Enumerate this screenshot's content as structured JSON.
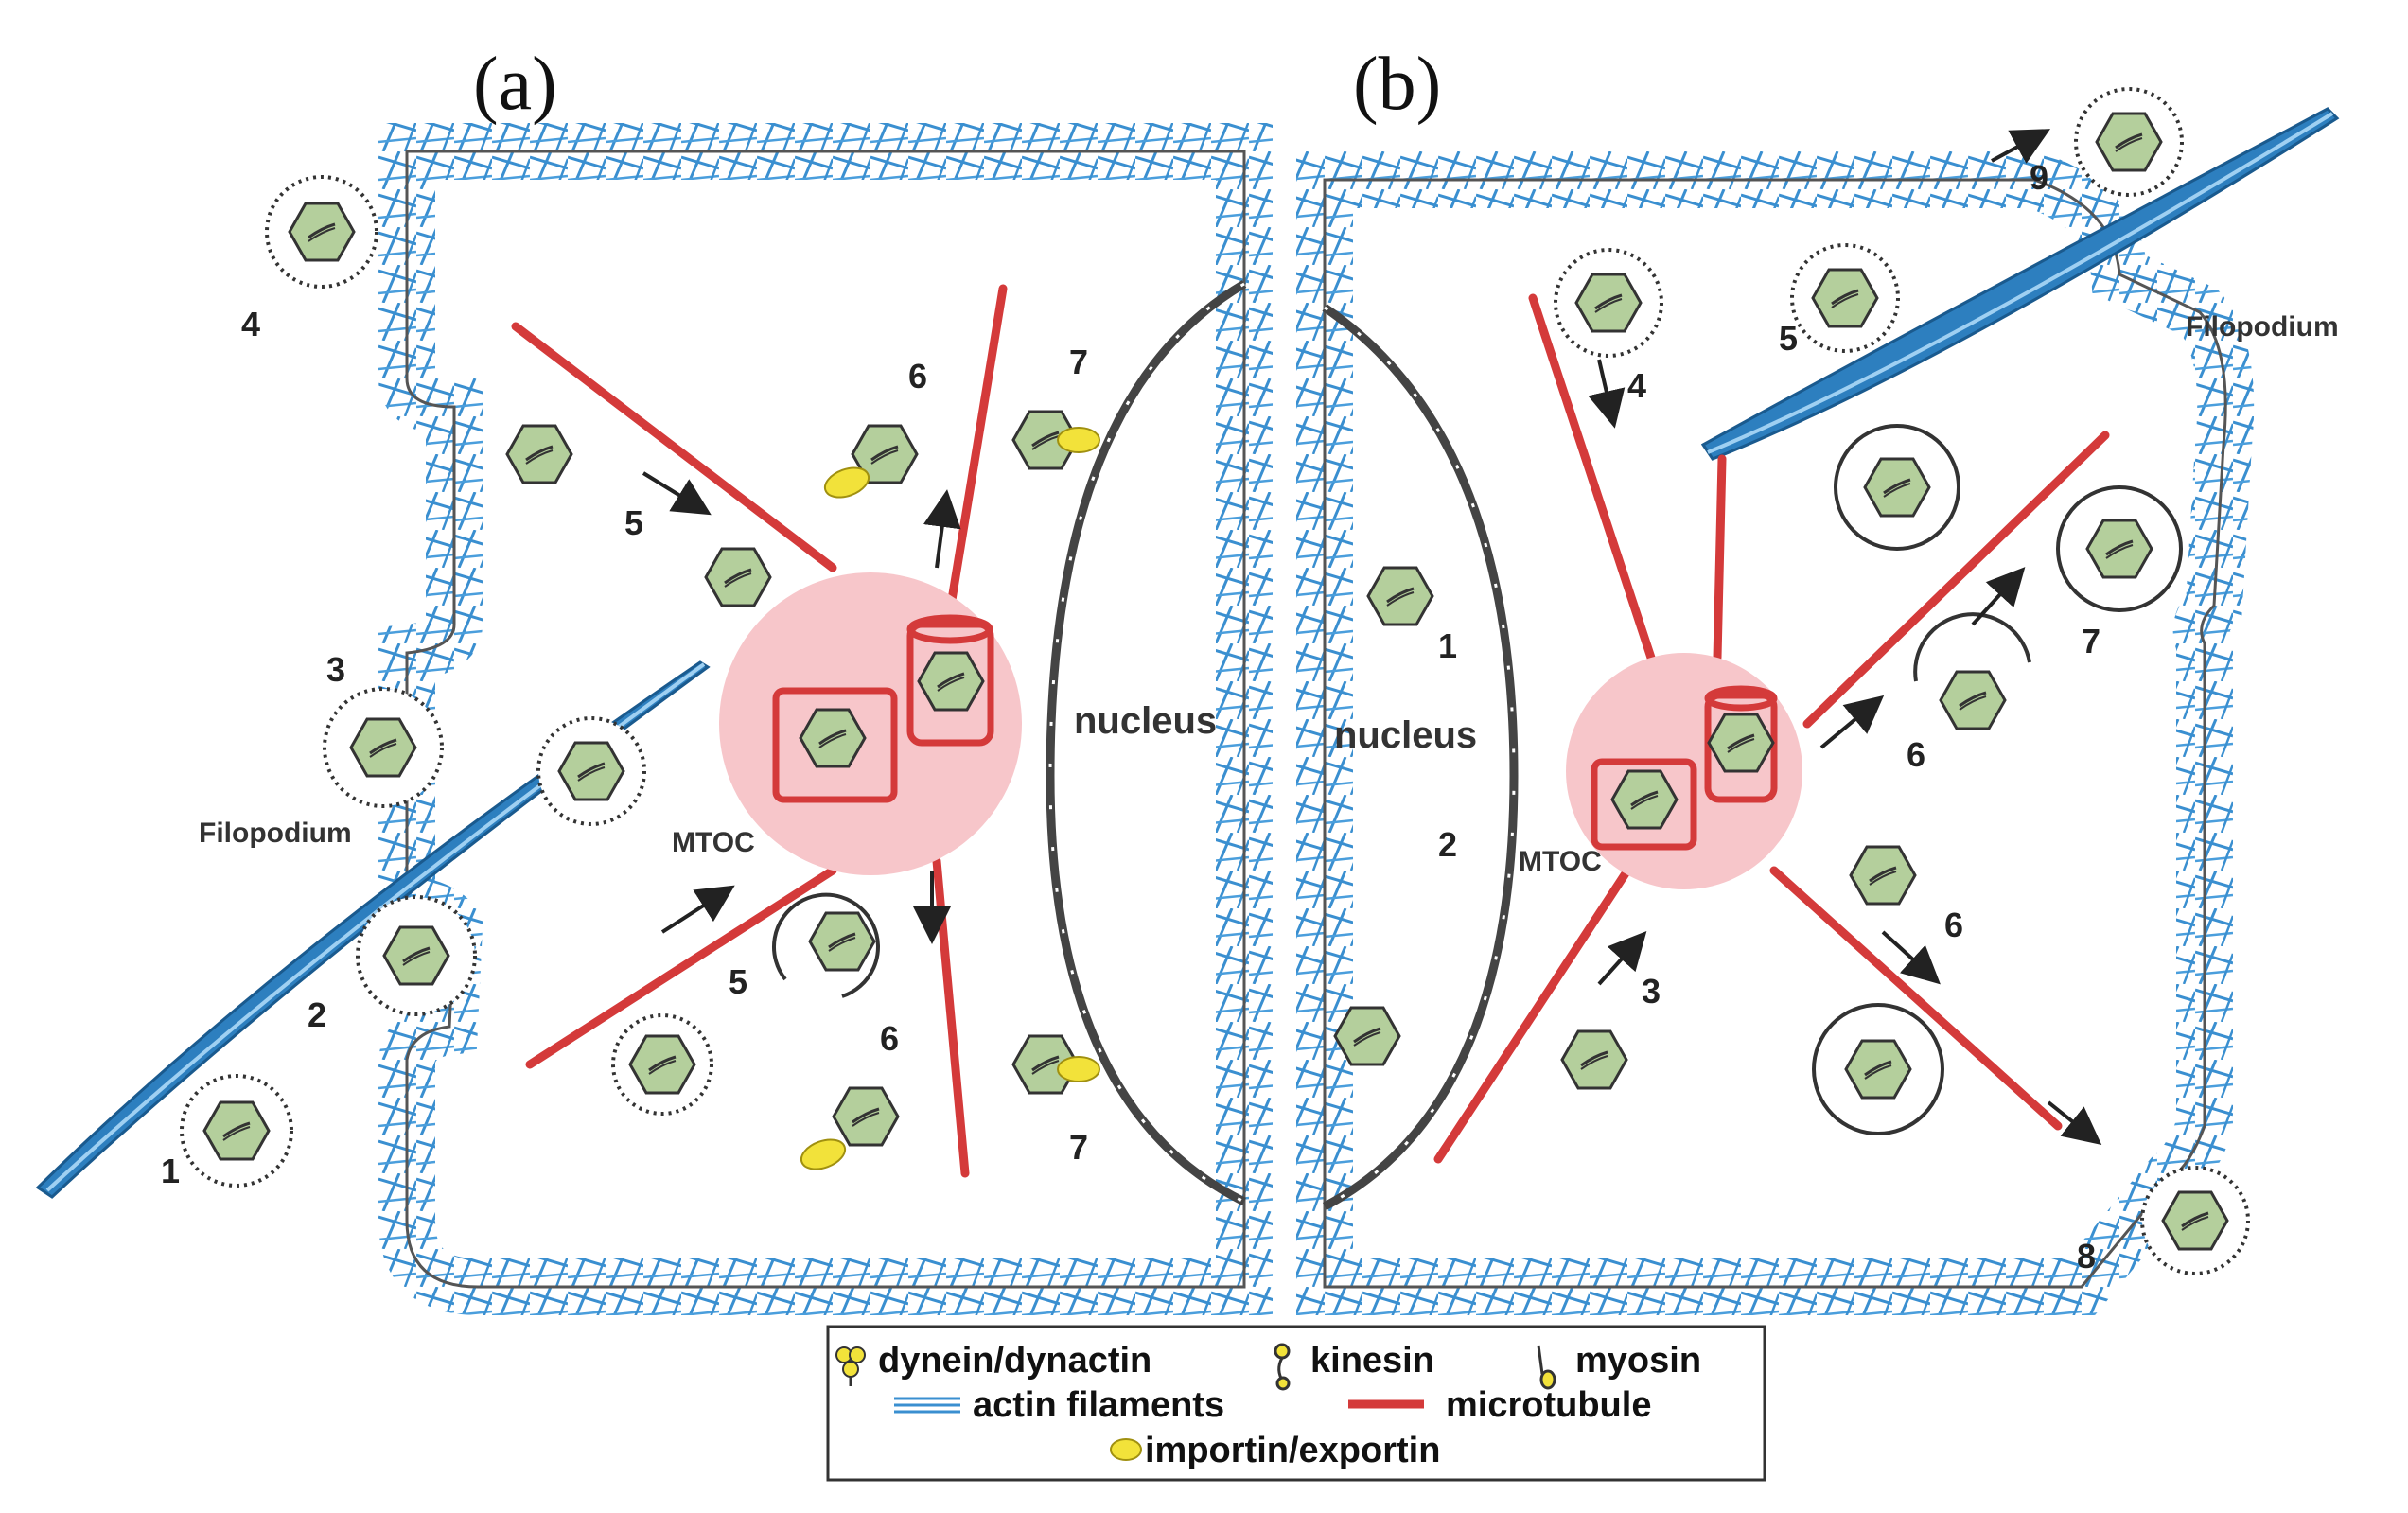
{
  "panels": {
    "a": {
      "title": "(a)",
      "filopodium": "Filopodium",
      "mtoc": "MTOC",
      "nucleus": "nucleus",
      "steps": [
        "1",
        "2",
        "3",
        "4",
        "5",
        "5",
        "6",
        "6",
        "7",
        "7"
      ]
    },
    "b": {
      "title": "(b)",
      "filopodium": "Filopodium",
      "mtoc": "MTOC",
      "nucleus": "nucleus",
      "steps": [
        "1",
        "2",
        "3",
        "4",
        "5",
        "6",
        "6",
        "7",
        "8",
        "9"
      ]
    }
  },
  "legend": {
    "dynein": "dynein/dynactin",
    "kinesin": "kinesin",
    "myosin": "myosin",
    "actin": "actin filaments",
    "microtubule": "microtubule",
    "importin": "importin/exportin"
  },
  "colors": {
    "actin": "#3a8fd0",
    "microtubule": "#d43a3a",
    "mtoc": "#f7c6ca",
    "capsid": "#b4cf9c",
    "importin": "#f2e23a",
    "membrane": "#555555"
  }
}
